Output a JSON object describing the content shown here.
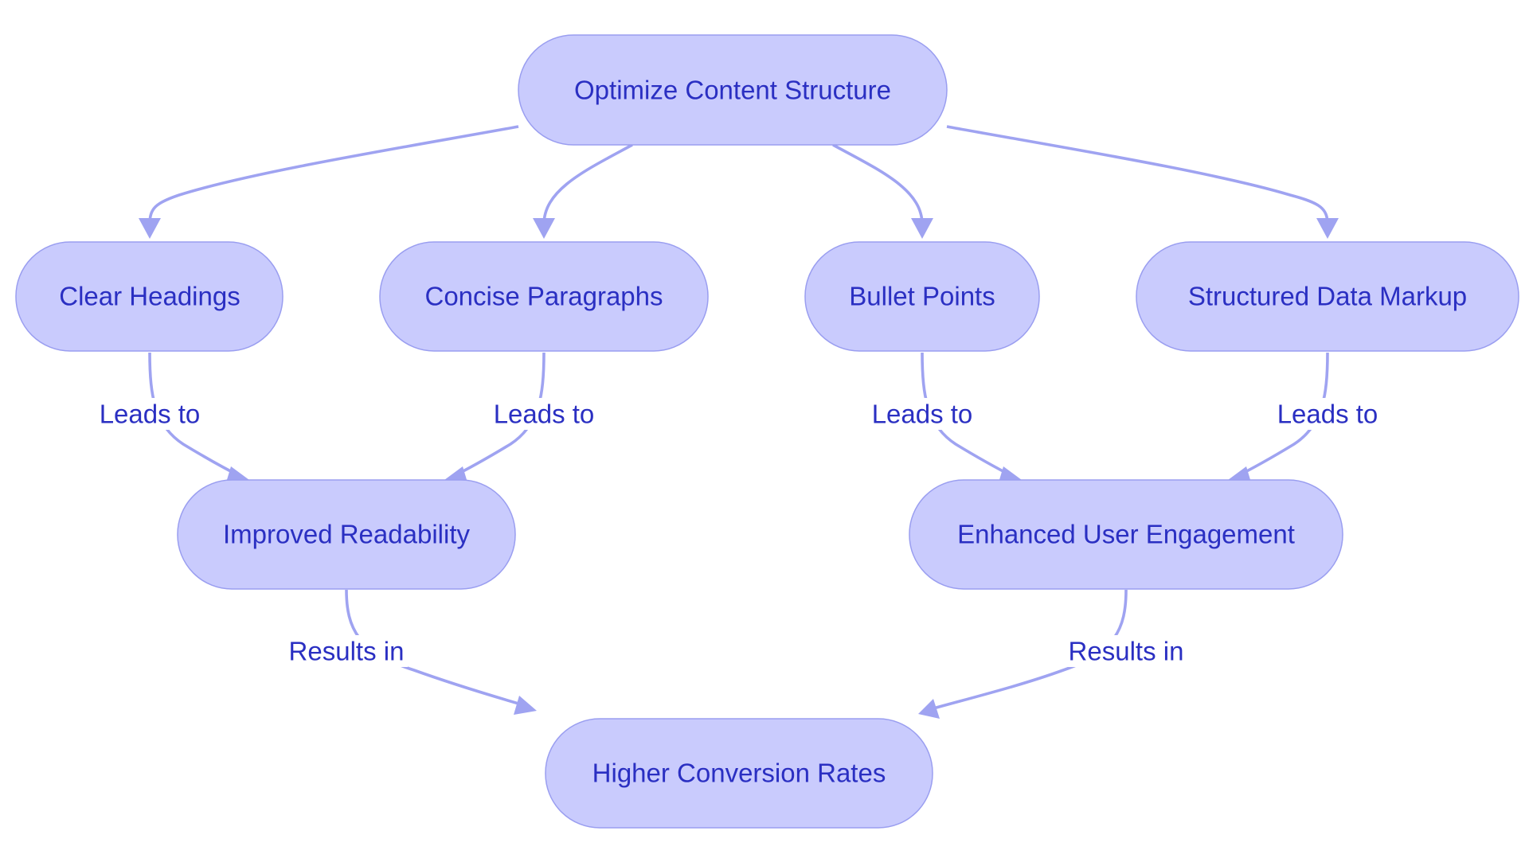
{
  "diagram": {
    "nodes": [
      {
        "id": "optimize",
        "label": "Optimize Content Structure"
      },
      {
        "id": "headings",
        "label": "Clear Headings"
      },
      {
        "id": "paragraphs",
        "label": "Concise Paragraphs"
      },
      {
        "id": "bullets",
        "label": "Bullet Points"
      },
      {
        "id": "markup",
        "label": "Structured Data Markup"
      },
      {
        "id": "readability",
        "label": "Improved Readability"
      },
      {
        "id": "engagement",
        "label": "Enhanced User Engagement"
      },
      {
        "id": "conversion",
        "label": "Higher Conversion Rates"
      }
    ],
    "edges": [
      {
        "from": "optimize",
        "to": "headings",
        "label": ""
      },
      {
        "from": "optimize",
        "to": "paragraphs",
        "label": ""
      },
      {
        "from": "optimize",
        "to": "bullets",
        "label": ""
      },
      {
        "from": "optimize",
        "to": "markup",
        "label": ""
      },
      {
        "from": "headings",
        "to": "readability",
        "label": "Leads to"
      },
      {
        "from": "paragraphs",
        "to": "readability",
        "label": "Leads to"
      },
      {
        "from": "bullets",
        "to": "engagement",
        "label": "Leads to"
      },
      {
        "from": "markup",
        "to": "engagement",
        "label": "Leads to"
      },
      {
        "from": "readability",
        "to": "conversion",
        "label": "Results in"
      },
      {
        "from": "engagement",
        "to": "conversion",
        "label": "Results in"
      }
    ],
    "colors": {
      "node_fill": "#c9cbfd",
      "node_stroke": "#9a9ef0",
      "edge": "#9fa3f1",
      "text": "#2a2fc2"
    }
  }
}
